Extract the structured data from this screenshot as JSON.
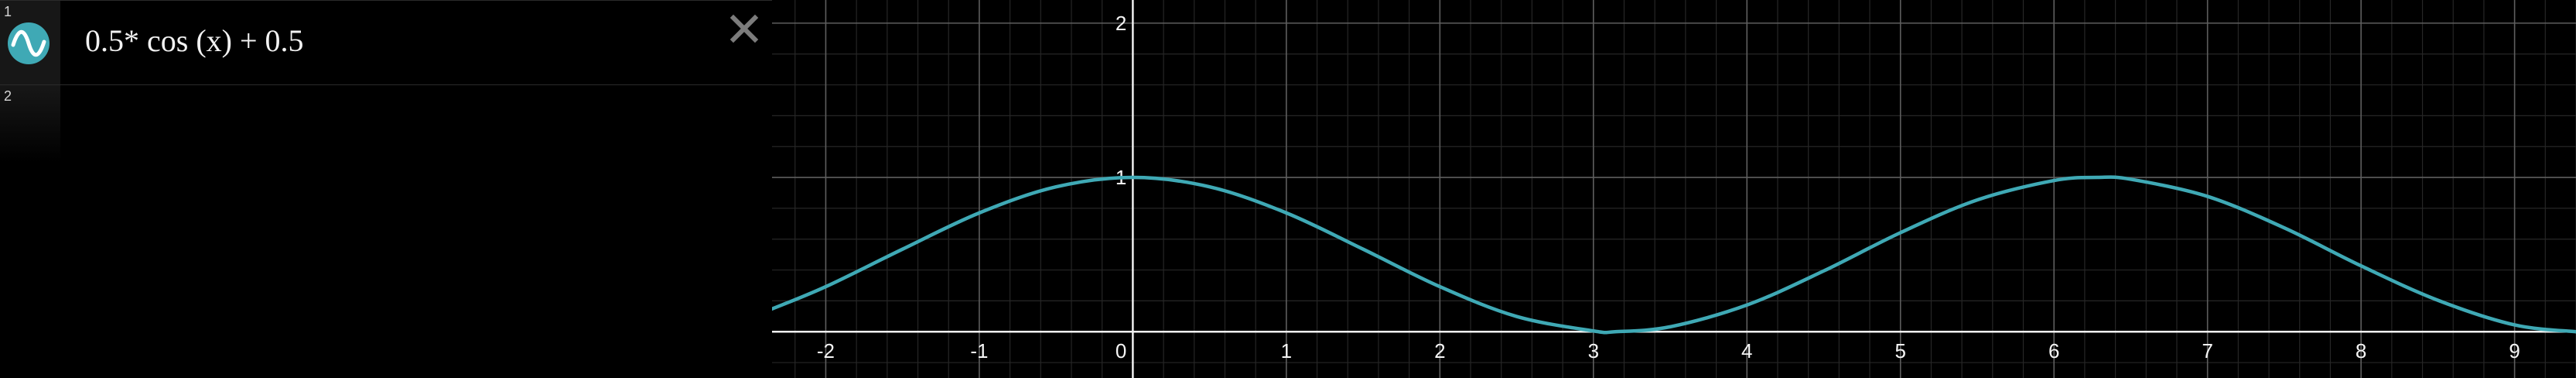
{
  "expression_list": {
    "rows": [
      {
        "number": "1",
        "latex": "0.5* cos (x) + 0.5"
      },
      {
        "number": "2",
        "latex": ""
      }
    ],
    "icons": {
      "function": "function-wave-icon",
      "delete": "close-icon"
    },
    "accent_color": "#3fa9b5"
  },
  "graph": {
    "x_ticks": [
      "-2",
      "-1",
      "0",
      "1",
      "2",
      "3",
      "4",
      "5",
      "6",
      "7",
      "8",
      "9"
    ],
    "y_ticks": [
      "1",
      "2"
    ],
    "background": "#000000",
    "grid": true
  },
  "chart_data": {
    "type": "line",
    "function": "0.5*cos(x)+0.5",
    "xlim": [
      -2.35,
      9.4
    ],
    "ylim": [
      -0.3,
      2.15
    ],
    "grid": true,
    "series": [
      {
        "color": "#3fa9b5",
        "x": [
          -2.35,
          -2,
          -1.5,
          -1,
          -0.5,
          0,
          0.5,
          1,
          1.5,
          2,
          2.5,
          3,
          3.14159,
          3.5,
          4,
          4.5,
          5,
          5.5,
          6,
          6.28319,
          6.5,
          7,
          7.5,
          8,
          8.5,
          9,
          9.4
        ],
        "y": [
          0.148,
          0.292,
          0.535,
          0.77,
          0.939,
          1.0,
          0.939,
          0.77,
          0.535,
          0.292,
          0.099,
          0.005,
          0.0,
          0.032,
          0.173,
          0.394,
          0.642,
          0.854,
          0.98,
          1.0,
          0.988,
          0.877,
          0.673,
          0.427,
          0.204,
          0.044,
          0.0
        ]
      }
    ]
  }
}
